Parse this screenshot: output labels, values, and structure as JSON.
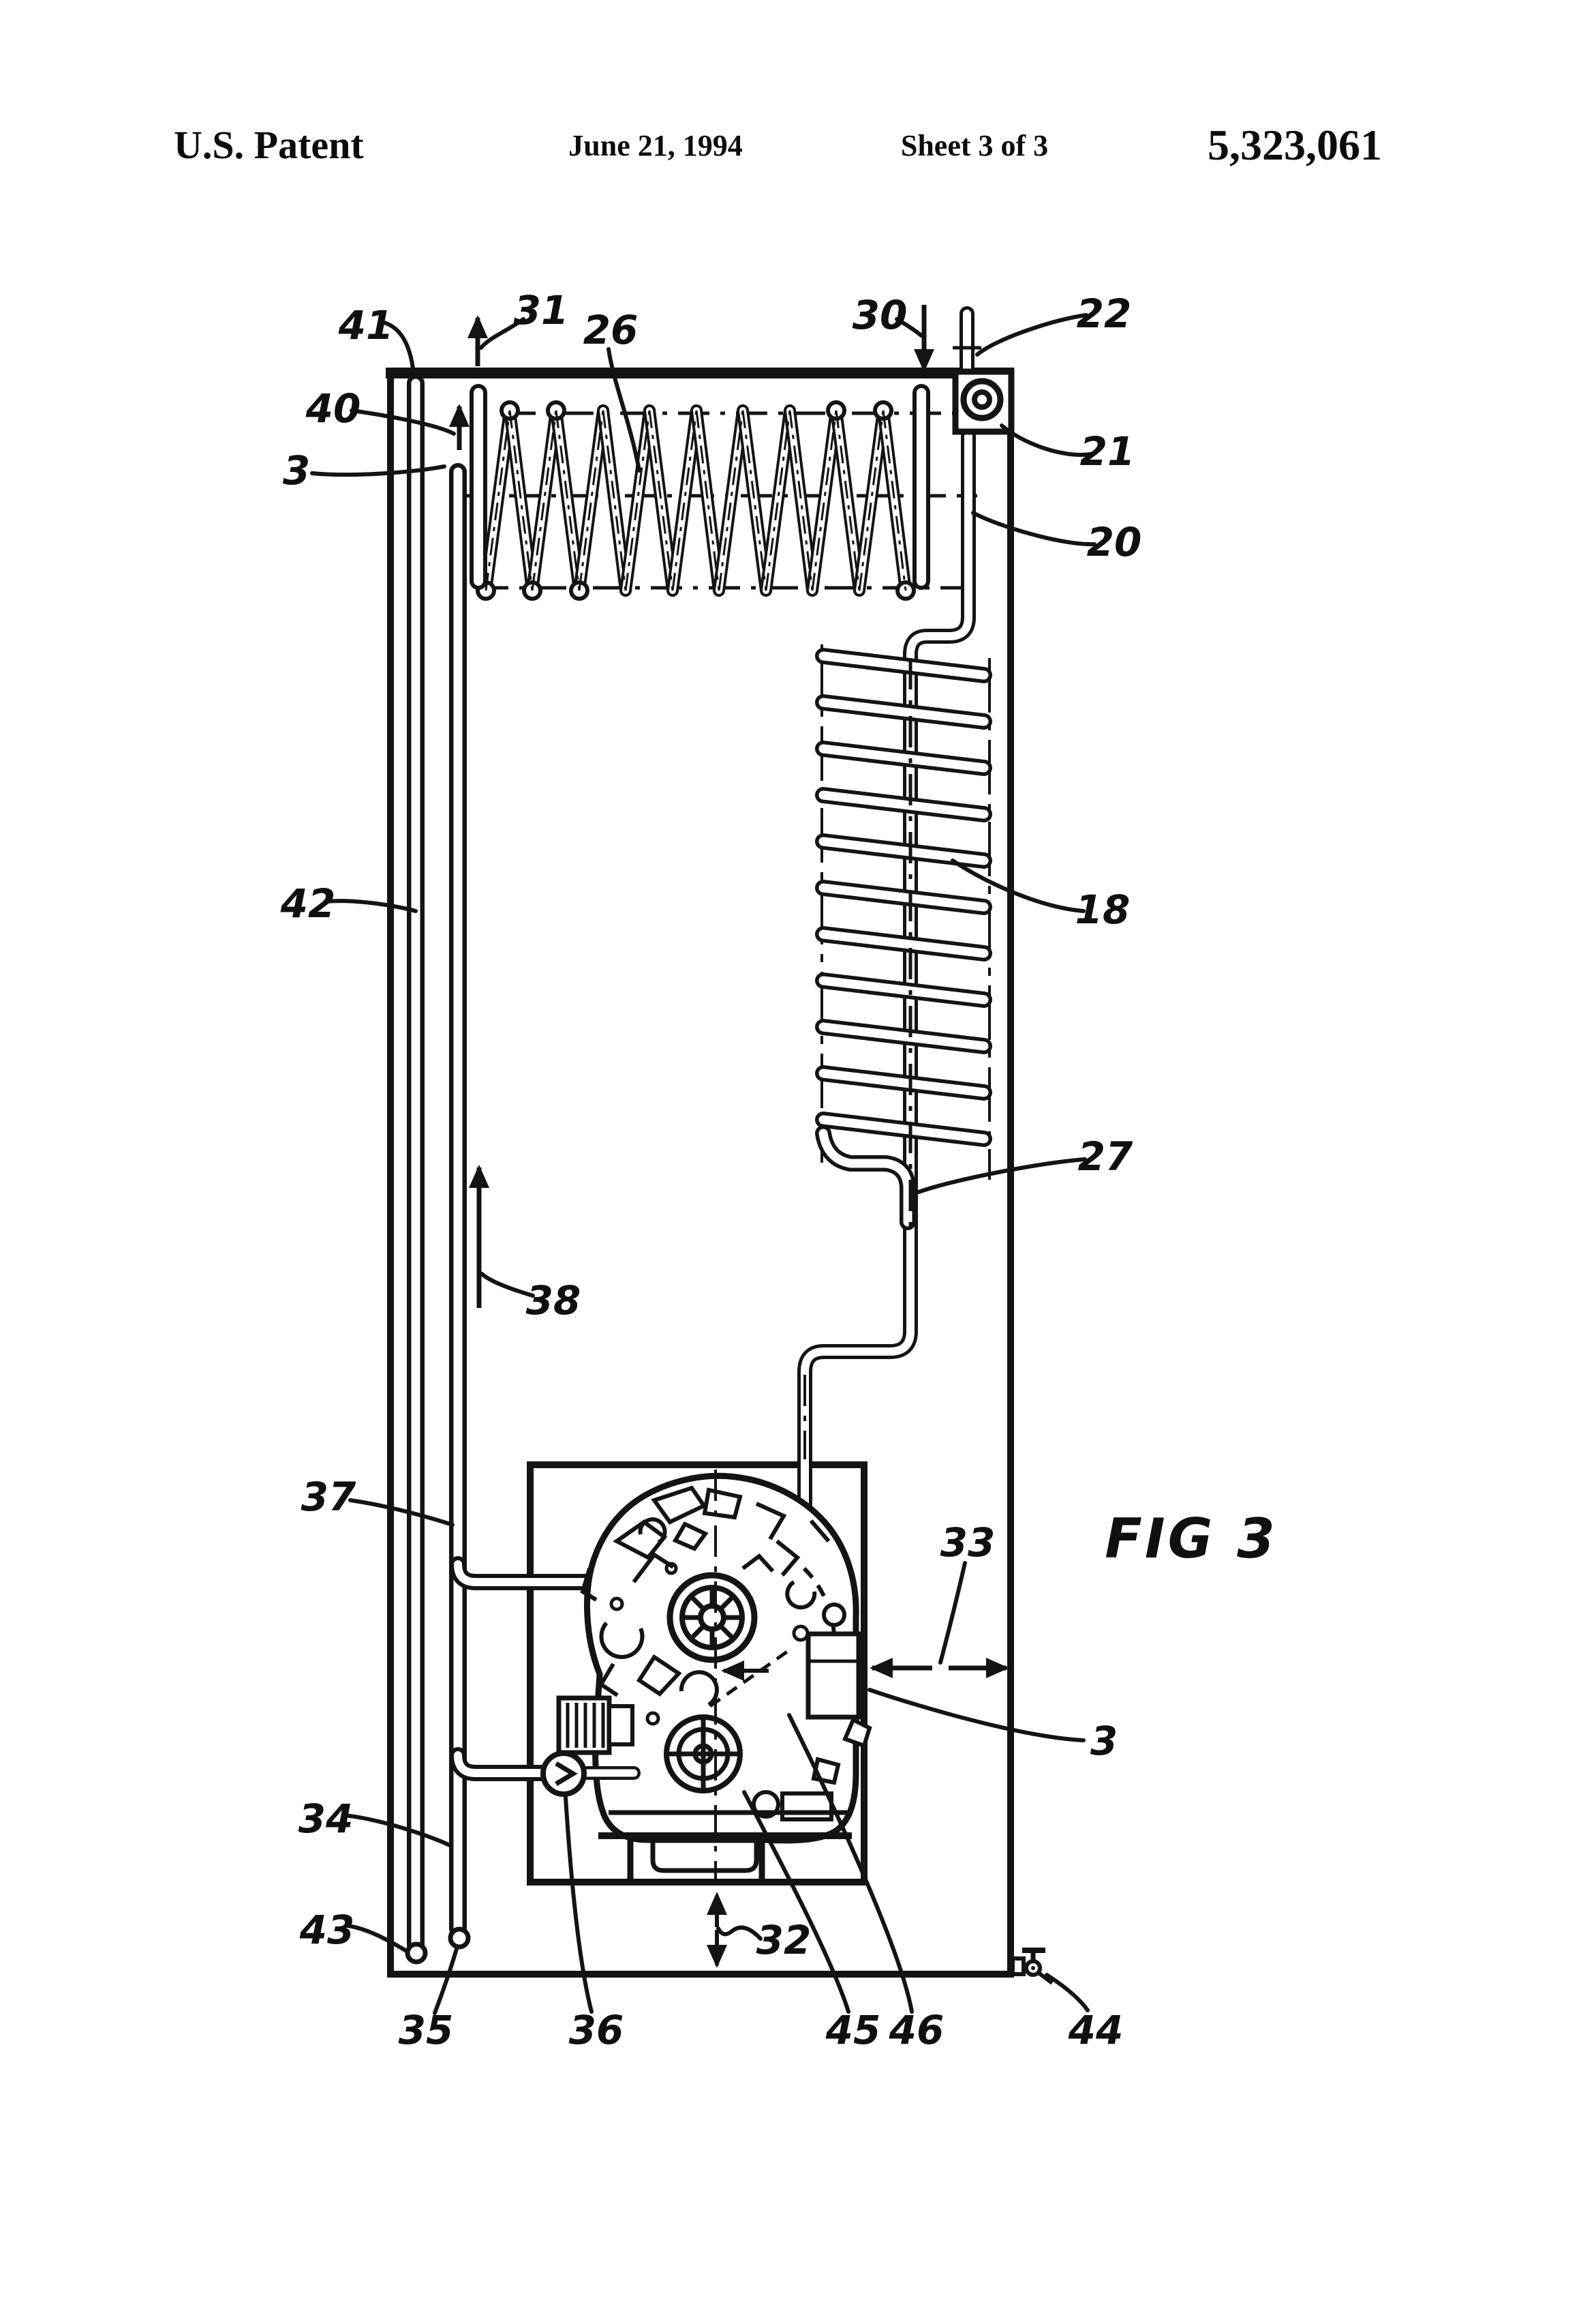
{
  "header": {
    "title": "U.S. Patent",
    "date": "June 21, 1994",
    "sheet": "Sheet 3 of 3",
    "patent_number": "5,323,061"
  },
  "figure": {
    "title": "FIG 3",
    "labels": {
      "n41": "41",
      "n31": "31",
      "n26": "26",
      "n30": "30",
      "n22": "22",
      "n40": "40",
      "n21": "21",
      "n3_top": "3",
      "n20": "20",
      "n42": "42",
      "n18": "18",
      "n38": "38",
      "n27": "27",
      "n37": "37",
      "n33": "33",
      "n3_bottom": "3",
      "n34": "34",
      "n43": "43",
      "n32": "32",
      "n35": "35",
      "n36": "36",
      "n45": "45",
      "n46": "46",
      "n44": "44"
    }
  }
}
